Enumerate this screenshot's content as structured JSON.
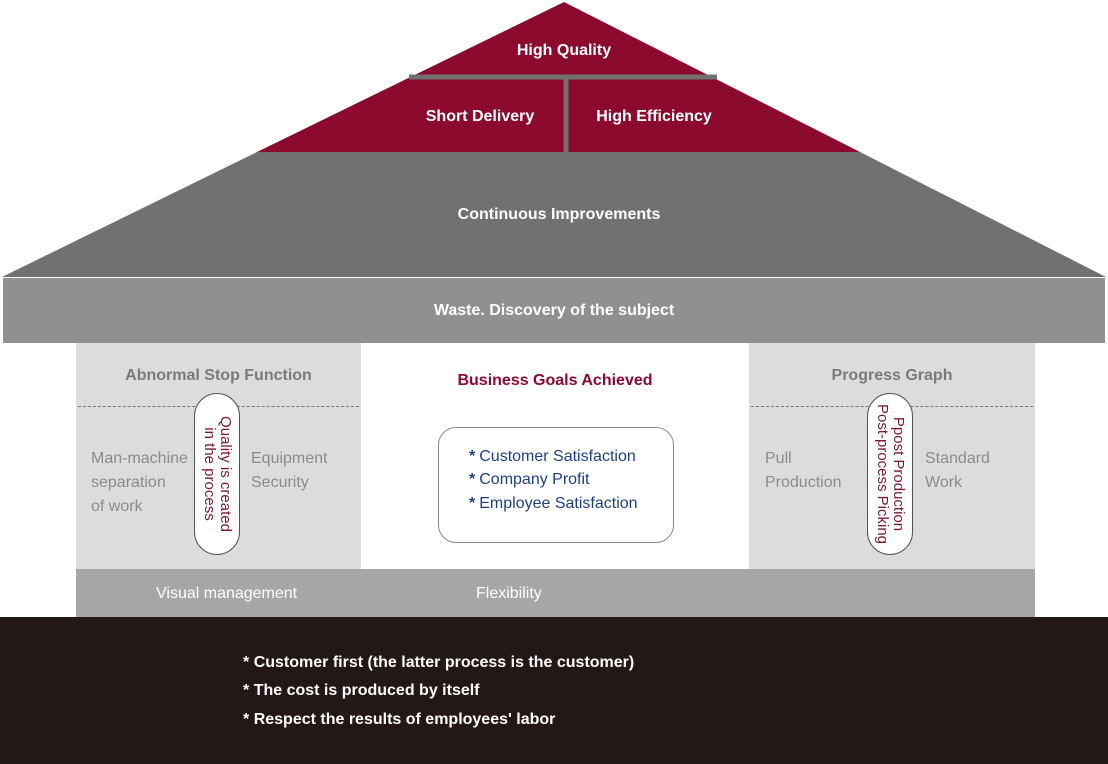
{
  "roof": {
    "top": "High Quality",
    "left": "Short Delivery",
    "right": "High Efficiency",
    "middle": "Continuous Improvements"
  },
  "band": "Waste. Discovery of the subject",
  "left_pillar": {
    "title": "Abnormal Stop Function",
    "left_lines": [
      "Man-machine",
      "separation",
      "of work"
    ],
    "right_lines": [
      "Equipment",
      "Security"
    ],
    "capsule_lines": [
      "Quality is created",
      "in the process"
    ]
  },
  "center": {
    "title": "Business Goals Achieved",
    "bullet": "*",
    "items": [
      "Customer Satisfaction",
      "Company Profit",
      "Employee Satisfaction"
    ]
  },
  "right_pillar": {
    "title": "Progress Graph",
    "left_lines": [
      "Pull",
      "Production"
    ],
    "right_lines": [
      "Standard",
      "Work"
    ],
    "capsule_lines": [
      "Ppost Production",
      "Post-process Picking"
    ]
  },
  "base": {
    "left": "Visual management",
    "center": "Flexibility"
  },
  "foundation": {
    "bullet": "*",
    "items": [
      "Customer first (the latter process is the customer)",
      "The cost is produced by itself",
      "Respect the results of employees' labor"
    ]
  },
  "colors": {
    "roof_red": "#8b0a2e",
    "roof_gray": "#727171",
    "band_gray": "#909090",
    "pillar_gray": "#dcdcdc",
    "base_gray": "#a6a6a6",
    "foundation": "#231815",
    "goal_blue": "#1e3f87"
  }
}
